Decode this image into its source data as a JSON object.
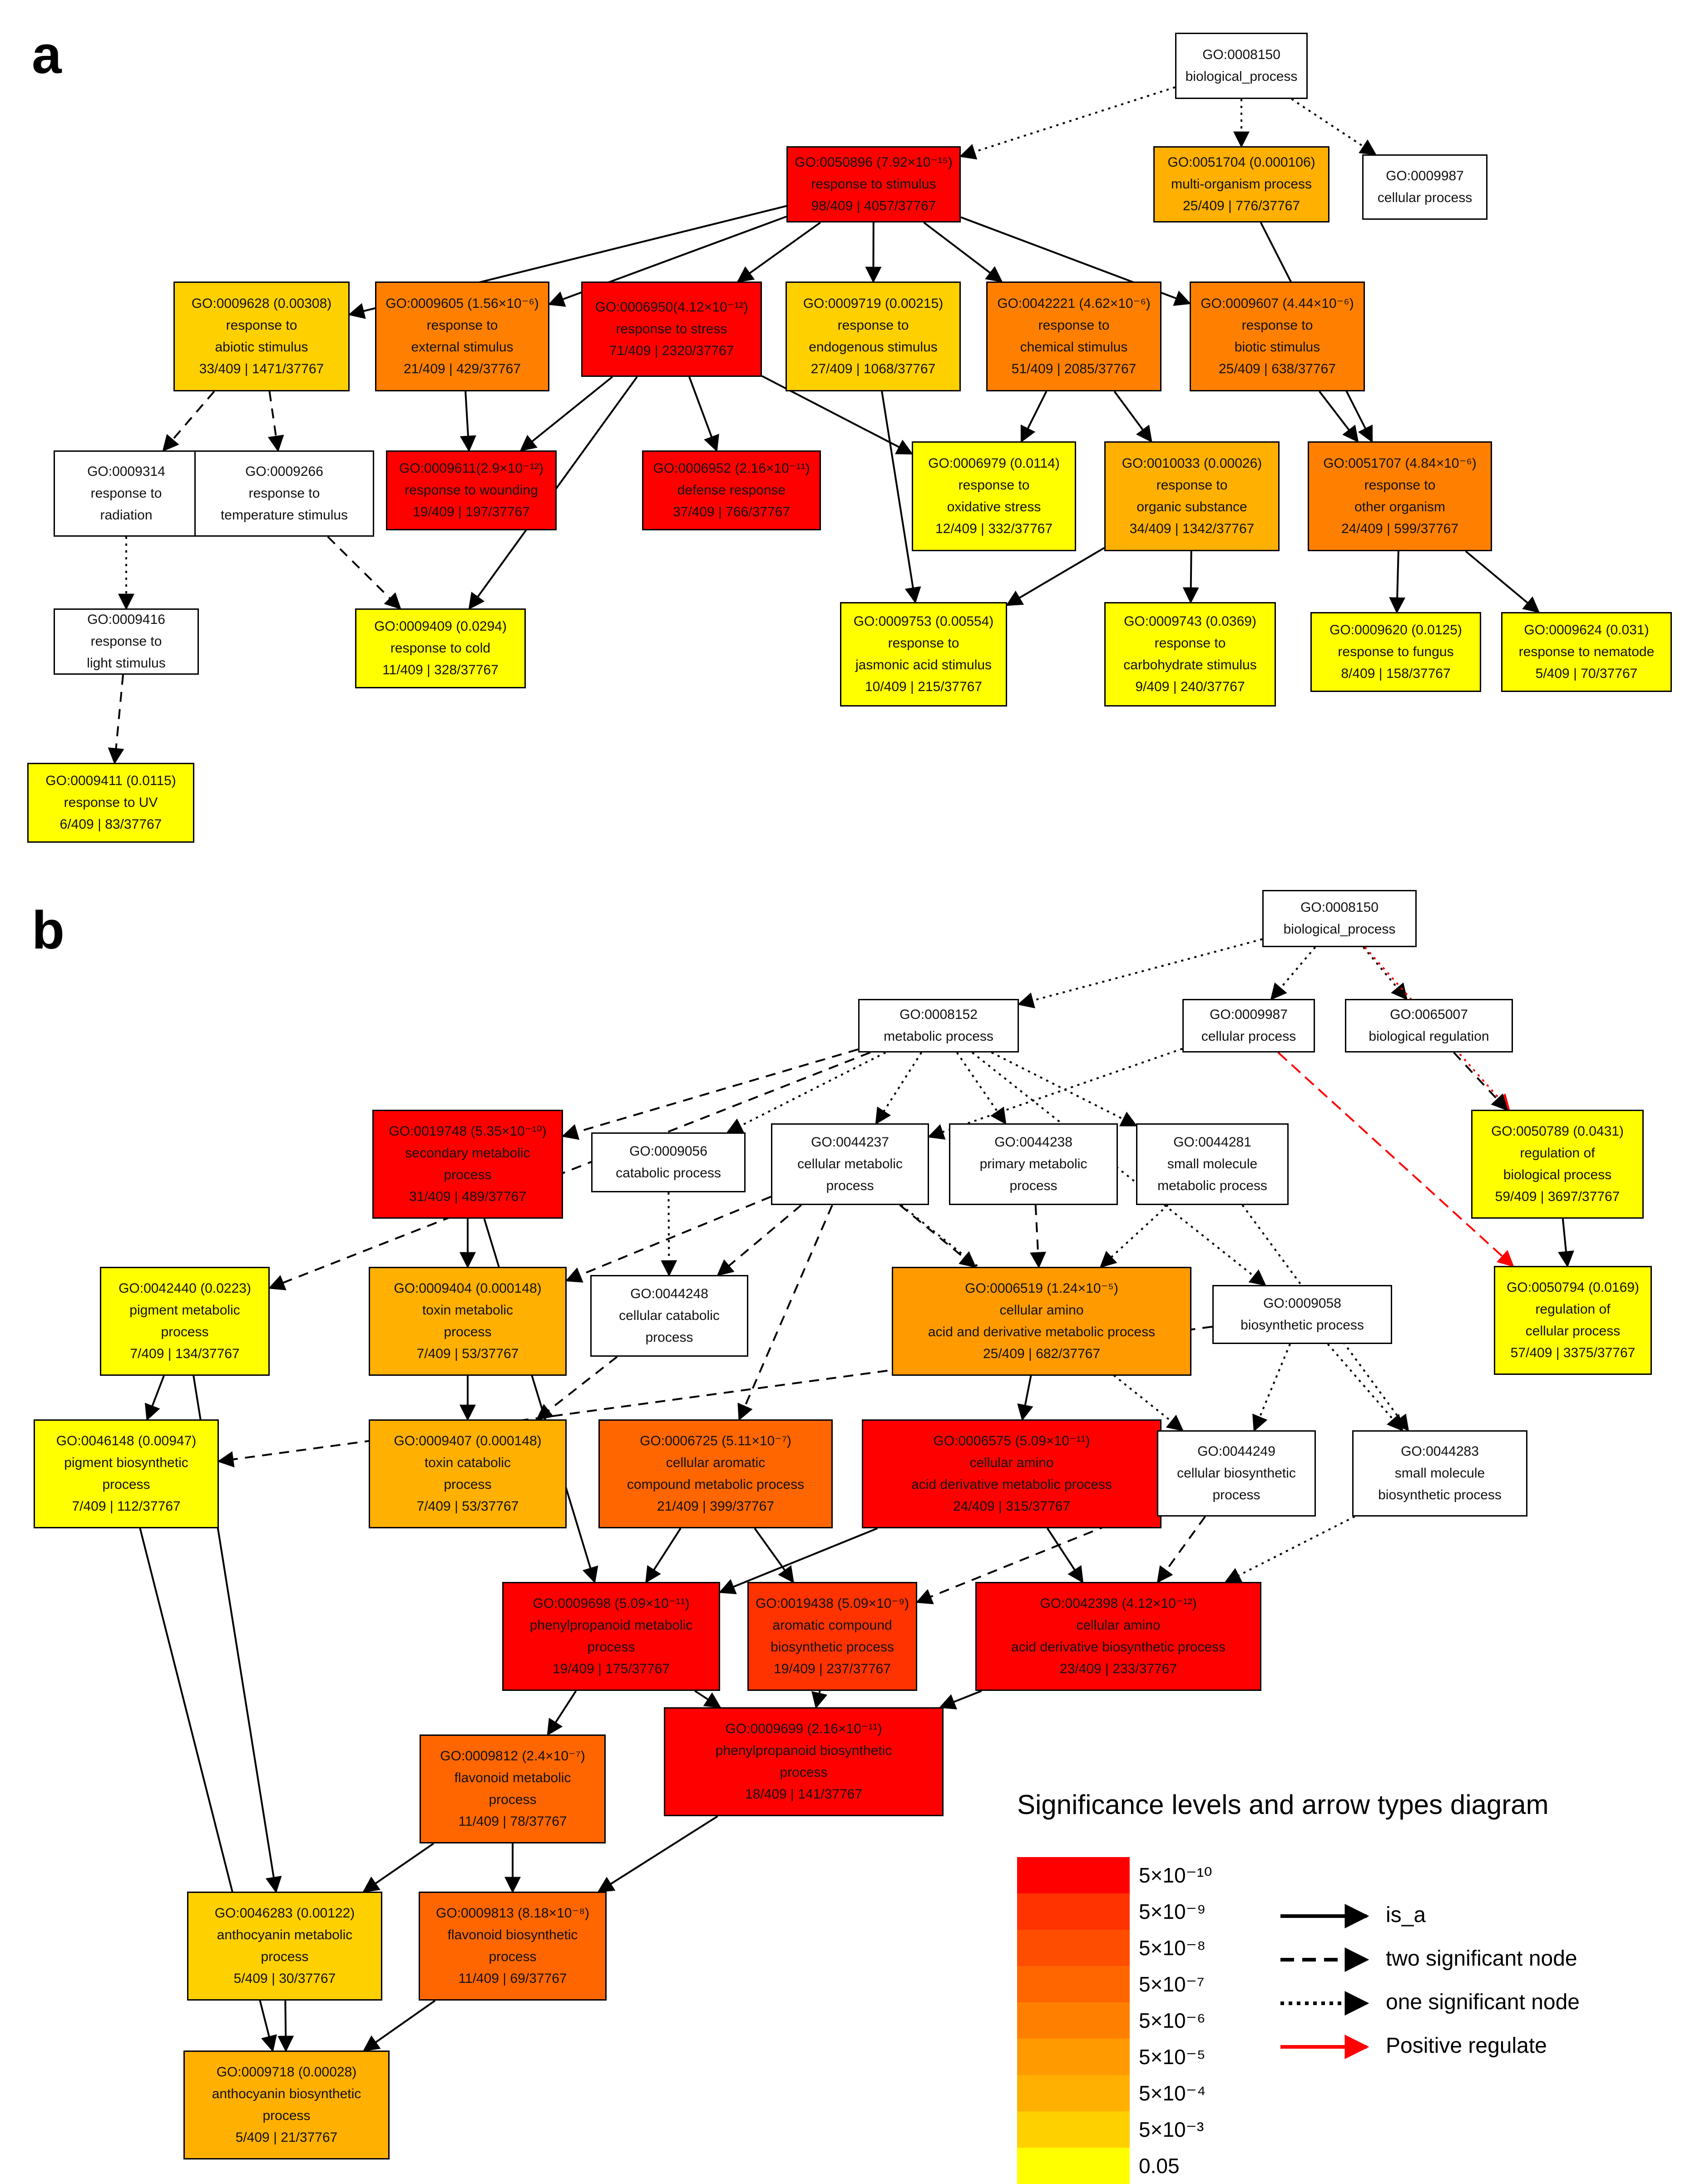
{
  "panels": {
    "a": "a",
    "b": "b"
  },
  "colors": {
    "c1": "#FF0000",
    "c2": "#FF3300",
    "c3": "#FF4D00",
    "c4": "#FF6600",
    "c5": "#FF8000",
    "c6": "#FF9A00",
    "c7": "#FFB000",
    "c8": "#FFD000",
    "c9": "#FFFF00",
    "white": "#FFFFFF",
    "red_arrow": "#FF0000"
  },
  "nodes_a": [
    {
      "id": "a_8150",
      "lines": [
        "GO:0008150",
        "biological_process"
      ],
      "color": "white"
    },
    {
      "id": "a_50896",
      "lines": [
        "GO:0050896 (7.92×10⁻¹⁵)",
        "response to stimulus",
        "98/409 | 4057/37767"
      ],
      "color": "c1"
    },
    {
      "id": "a_51704",
      "lines": [
        "GO:0051704 (0.000106)",
        "multi-organism process",
        "25/409 | 776/37767"
      ],
      "color": "c7"
    },
    {
      "id": "a_9987",
      "lines": [
        "GO:0009987",
        "cellular process"
      ],
      "color": "white"
    },
    {
      "id": "a_9628",
      "lines": [
        "GO:0009628 (0.00308)",
        "response to",
        "abiotic stimulus",
        "33/409 | 1471/37767"
      ],
      "color": "c8"
    },
    {
      "id": "a_9605",
      "lines": [
        "GO:0009605 (1.56×10⁻⁶)",
        "response to",
        "external stimulus",
        "21/409 | 429/37767"
      ],
      "color": "c5"
    },
    {
      "id": "a_6950",
      "lines": [
        "GO:0006950(4.12×10⁻¹²)",
        "response to stress",
        "71/409 | 2320/37767"
      ],
      "color": "c1"
    },
    {
      "id": "a_9719",
      "lines": [
        "GO:0009719 (0.00215)",
        "response to",
        "endogenous stimulus",
        "27/409 | 1068/37767"
      ],
      "color": "c8"
    },
    {
      "id": "a_42221",
      "lines": [
        "GO:0042221 (4.62×10⁻⁶)",
        "response to",
        "chemical stimulus",
        "51/409 | 2085/37767"
      ],
      "color": "c5"
    },
    {
      "id": "a_9607",
      "lines": [
        "GO:0009607 (4.44×10⁻⁶)",
        "response to",
        "biotic stimulus",
        "25/409 | 638/37767"
      ],
      "color": "c5"
    },
    {
      "id": "a_9314",
      "lines": [
        "GO:0009314",
        "response to",
        "radiation"
      ],
      "color": "white"
    },
    {
      "id": "a_9266",
      "lines": [
        "GO:0009266",
        "response to",
        "temperature stimulus"
      ],
      "color": "white"
    },
    {
      "id": "a_9611",
      "lines": [
        "GO:0009611(2.9×10⁻¹²)",
        "response to wounding",
        "19/409 | 197/37767"
      ],
      "color": "c1"
    },
    {
      "id": "a_6952",
      "lines": [
        "GO:0006952 (2.16×10⁻¹¹)",
        "defense response",
        "37/409 | 766/37767"
      ],
      "color": "c1"
    },
    {
      "id": "a_6979",
      "lines": [
        "GO:0006979 (0.0114)",
        "response to",
        "oxidative stress",
        "12/409 | 332/37767"
      ],
      "color": "c9"
    },
    {
      "id": "a_10033",
      "lines": [
        "GO:0010033 (0.00026)",
        "response to",
        "organic substance",
        "34/409 | 1342/37767"
      ],
      "color": "c7"
    },
    {
      "id": "a_51707",
      "lines": [
        "GO:0051707 (4.84×10⁻⁶)",
        "response to",
        "other organism",
        "24/409 | 599/37767"
      ],
      "color": "c5"
    },
    {
      "id": "a_9416",
      "lines": [
        "GO:0009416",
        "response to",
        "light stimulus"
      ],
      "color": "white"
    },
    {
      "id": "a_9409",
      "lines": [
        "GO:0009409 (0.0294)",
        "response to cold",
        "11/409 | 328/37767"
      ],
      "color": "c9"
    },
    {
      "id": "a_9753",
      "lines": [
        "GO:0009753 (0.00554)",
        "response to",
        "jasmonic acid stimulus",
        "10/409 | 215/37767"
      ],
      "color": "c9"
    },
    {
      "id": "a_9743",
      "lines": [
        "GO:0009743 (0.0369)",
        "response to",
        "carbohydrate stimulus",
        "9/409 | 240/37767"
      ],
      "color": "c9"
    },
    {
      "id": "a_9620",
      "lines": [
        "GO:0009620 (0.0125)",
        "response to fungus",
        "8/409 | 158/37767"
      ],
      "color": "c9"
    },
    {
      "id": "a_9624",
      "lines": [
        "GO:0009624 (0.031)",
        "response to nematode",
        "5/409 | 70/37767"
      ],
      "color": "c9"
    },
    {
      "id": "a_9411",
      "lines": [
        "GO:0009411 (0.0115)",
        "response to UV",
        "6/409 | 83/37767"
      ],
      "color": "c9"
    }
  ],
  "nodes_b": [
    {
      "id": "b_8150",
      "lines": [
        "GO:0008150",
        "biological_process"
      ],
      "color": "white"
    },
    {
      "id": "b_8152",
      "lines": [
        "GO:0008152",
        "metabolic process"
      ],
      "color": "white"
    },
    {
      "id": "b_9987",
      "lines": [
        "GO:0009987",
        "cellular process"
      ],
      "color": "white"
    },
    {
      "id": "b_65007",
      "lines": [
        "GO:0065007",
        "biological regulation"
      ],
      "color": "white"
    },
    {
      "id": "b_19748",
      "lines": [
        "GO:0019748 (5.35×10⁻¹⁰)",
        "secondary metabolic",
        "process",
        "31/409 | 489/37767"
      ],
      "color": "c1"
    },
    {
      "id": "b_9056",
      "lines": [
        "GO:0009056",
        "catabolic process"
      ],
      "color": "white"
    },
    {
      "id": "b_44237",
      "lines": [
        "GO:0044237",
        "cellular metabolic",
        "process"
      ],
      "color": "white"
    },
    {
      "id": "b_44238",
      "lines": [
        "GO:0044238",
        "primary metabolic",
        "process"
      ],
      "color": "white"
    },
    {
      "id": "b_44281",
      "lines": [
        "GO:0044281",
        "small molecule",
        "metabolic process"
      ],
      "color": "white"
    },
    {
      "id": "b_50789",
      "lines": [
        "GO:0050789 (0.0431)",
        "regulation of",
        "biological process",
        "59/409 | 3697/37767"
      ],
      "color": "c9"
    },
    {
      "id": "b_42440",
      "lines": [
        "GO:0042440 (0.0223)",
        "pigment metabolic",
        "process",
        "7/409 | 134/37767"
      ],
      "color": "c9"
    },
    {
      "id": "b_9404",
      "lines": [
        "GO:0009404 (0.000148)",
        "toxin metabolic",
        "process",
        "7/409 | 53/37767"
      ],
      "color": "c7"
    },
    {
      "id": "b_44248",
      "lines": [
        "GO:0044248",
        "cellular catabolic",
        "process"
      ],
      "color": "white"
    },
    {
      "id": "b_6519",
      "lines": [
        "GO:0006519 (1.24×10⁻⁵)",
        "cellular amino",
        "acid and derivative metabolic process",
        "25/409 | 682/37767"
      ],
      "color": "c6"
    },
    {
      "id": "b_9058",
      "lines": [
        "GO:0009058",
        "biosynthetic process"
      ],
      "color": "white"
    },
    {
      "id": "b_50794",
      "lines": [
        "GO:0050794 (0.0169)",
        "regulation of",
        "cellular process",
        "57/409 | 3375/37767"
      ],
      "color": "c9"
    },
    {
      "id": "b_46148",
      "lines": [
        "GO:0046148 (0.00947)",
        "pigment biosynthetic",
        "process",
        "7/409 | 112/37767"
      ],
      "color": "c9"
    },
    {
      "id": "b_9407",
      "lines": [
        "GO:0009407 (0.000148)",
        "toxin catabolic",
        "process",
        "7/409 | 53/37767"
      ],
      "color": "c7"
    },
    {
      "id": "b_6725",
      "lines": [
        "GO:0006725 (5.11×10⁻⁷)",
        "cellular aromatic",
        "compound metabolic process",
        "21/409 | 399/37767"
      ],
      "color": "c4"
    },
    {
      "id": "b_6575",
      "lines": [
        "GO:0006575 (5.09×10⁻¹¹)",
        "cellular amino",
        "acid derivative metabolic process",
        "24/409 | 315/37767"
      ],
      "color": "c1"
    },
    {
      "id": "b_44249",
      "lines": [
        "GO:0044249",
        "cellular biosynthetic",
        "process"
      ],
      "color": "white"
    },
    {
      "id": "b_44283",
      "lines": [
        "GO:0044283",
        "small molecule",
        "biosynthetic process"
      ],
      "color": "white"
    },
    {
      "id": "b_9698",
      "lines": [
        "GO:0009698 (5.09×10⁻¹¹)",
        "phenylpropanoid metabolic",
        "process",
        "19/409 | 175/37767"
      ],
      "color": "c1"
    },
    {
      "id": "b_19438",
      "lines": [
        "GO:0019438 (5.09×10⁻⁹)",
        "aromatic compound",
        "biosynthetic process",
        "19/409 | 237/37767"
      ],
      "color": "c2"
    },
    {
      "id": "b_42398",
      "lines": [
        "GO:0042398 (4.12×10⁻¹²)",
        "cellular amino",
        "acid derivative biosynthetic process",
        "23/409 | 233/37767"
      ],
      "color": "c1"
    },
    {
      "id": "b_9812",
      "lines": [
        "GO:0009812 (2.4×10⁻⁷)",
        "flavonoid metabolic",
        "process",
        "11/409 | 78/37767"
      ],
      "color": "c4"
    },
    {
      "id": "b_9699",
      "lines": [
        "GO:0009699 (2.16×10⁻¹¹)",
        "phenylpropanoid biosynthetic",
        "process",
        "18/409 | 141/37767"
      ],
      "color": "c1"
    },
    {
      "id": "b_46283",
      "lines": [
        "GO:0046283 (0.00122)",
        "anthocyanin metabolic",
        "process",
        "5/409 | 30/37767"
      ],
      "color": "c8"
    },
    {
      "id": "b_9813",
      "lines": [
        "GO:0009813 (8.18×10⁻⁸)",
        "flavonoid biosynthetic",
        "process",
        "11/409 | 69/37767"
      ],
      "color": "c4"
    },
    {
      "id": "b_9718",
      "lines": [
        "GO:0009718 (0.00028)",
        "anthocyanin biosynthetic",
        "process",
        "5/409 | 21/37767"
      ],
      "color": "c7"
    }
  ],
  "legend": {
    "title": "Significance levels and arrow types diagram",
    "scale": [
      {
        "label": "5×10⁻¹⁰",
        "color": "c1"
      },
      {
        "label": "5×10⁻⁹",
        "color": "c2"
      },
      {
        "label": "5×10⁻⁸",
        "color": "c3"
      },
      {
        "label": "5×10⁻⁷",
        "color": "c4"
      },
      {
        "label": "5×10⁻⁶",
        "color": "c5"
      },
      {
        "label": "5×10⁻⁵",
        "color": "c6"
      },
      {
        "label": "5×10⁻⁴",
        "color": "c7"
      },
      {
        "label": "5×10⁻³",
        "color": "c8"
      },
      {
        "label": "0.05",
        "color": "c9"
      }
    ],
    "arrows": [
      {
        "style": "solid",
        "label": "is_a"
      },
      {
        "style": "dashed",
        "label": "two significant node"
      },
      {
        "style": "dotted",
        "label": "one significant node"
      },
      {
        "style": "red",
        "label": "Positive  regulate"
      }
    ]
  },
  "edges": [
    {
      "from": "a_8150",
      "to": "a_50896",
      "style": "dotted"
    },
    {
      "from": "a_8150",
      "to": "a_51704",
      "style": "dotted"
    },
    {
      "from": "a_8150",
      "to": "a_9987",
      "style": "dotted"
    },
    {
      "from": "a_50896",
      "to": "a_9628",
      "style": "solid"
    },
    {
      "from": "a_50896",
      "to": "a_9605",
      "style": "solid"
    },
    {
      "from": "a_50896",
      "to": "a_6950",
      "style": "solid"
    },
    {
      "from": "a_50896",
      "to": "a_9719",
      "style": "solid"
    },
    {
      "from": "a_50896",
      "to": "a_42221",
      "style": "solid"
    },
    {
      "from": "a_50896",
      "to": "a_9607",
      "style": "solid"
    },
    {
      "from": "a_51704",
      "to": "a_51707",
      "style": "solid"
    },
    {
      "from": "a_9628",
      "to": "a_9314",
      "style": "dashed"
    },
    {
      "from": "a_9628",
      "to": "a_9266",
      "style": "dashed"
    },
    {
      "from": "a_9605",
      "to": "a_9611",
      "style": "solid"
    },
    {
      "from": "a_6950",
      "to": "a_9611",
      "style": "solid"
    },
    {
      "from": "a_6950",
      "to": "a_6952",
      "style": "solid"
    },
    {
      "from": "a_6950",
      "to": "a_6979",
      "style": "solid"
    },
    {
      "from": "a_6950",
      "to": "a_9409",
      "style": "solid"
    },
    {
      "from": "a_9719",
      "to": "a_9753",
      "style": "solid"
    },
    {
      "from": "a_42221",
      "to": "a_6979",
      "style": "solid"
    },
    {
      "from": "a_42221",
      "to": "a_10033",
      "style": "solid"
    },
    {
      "from": "a_9607",
      "to": "a_51707",
      "style": "solid"
    },
    {
      "from": "a_9314",
      "to": "a_9416",
      "style": "dotted"
    },
    {
      "from": "a_9266",
      "to": "a_9409",
      "style": "dashed"
    },
    {
      "from": "a_9416",
      "to": "a_9411",
      "style": "dashed"
    },
    {
      "from": "a_10033",
      "to": "a_9753",
      "style": "solid"
    },
    {
      "from": "a_10033",
      "to": "a_9743",
      "style": "solid"
    },
    {
      "from": "a_51707",
      "to": "a_9620",
      "style": "solid"
    },
    {
      "from": "a_51707",
      "to": "a_9624",
      "style": "solid"
    },
    {
      "from": "b_8150",
      "to": "b_8152",
      "style": "dotted"
    },
    {
      "from": "b_8150",
      "to": "b_9987",
      "style": "dotted"
    },
    {
      "from": "b_8150",
      "to": "b_65007",
      "style": "dotted"
    },
    {
      "from": "b_8150",
      "to": "b_50789",
      "style": "reddot"
    },
    {
      "from": "b_8152",
      "to": "b_19748",
      "style": "dashed"
    },
    {
      "from": "b_8152",
      "to": "b_9056",
      "style": "dotted"
    },
    {
      "from": "b_8152",
      "to": "b_44237",
      "style": "dotted"
    },
    {
      "from": "b_8152",
      "to": "b_44238",
      "style": "dotted"
    },
    {
      "from": "b_8152",
      "to": "b_44281",
      "style": "dotted"
    },
    {
      "from": "b_8152",
      "to": "b_42440",
      "style": "dashed"
    },
    {
      "from": "b_8152",
      "to": "b_9058",
      "style": "dotted"
    },
    {
      "from": "b_9987",
      "to": "b_44237",
      "style": "dotted"
    },
    {
      "from": "b_9987",
      "to": "b_50794",
      "style": "red"
    },
    {
      "from": "b_65007",
      "to": "b_50789",
      "style": "dashed"
    },
    {
      "from": "b_50789",
      "to": "b_50794",
      "style": "solid"
    },
    {
      "from": "b_19748",
      "to": "b_9404",
      "style": "solid"
    },
    {
      "from": "b_19748",
      "to": "b_9698",
      "style": "solid"
    },
    {
      "from": "b_9056",
      "to": "b_44248",
      "style": "dotted"
    },
    {
      "from": "b_44237",
      "to": "b_9404",
      "style": "dashed"
    },
    {
      "from": "b_44237",
      "to": "b_44248",
      "style": "dashed"
    },
    {
      "from": "b_44237",
      "to": "b_6519",
      "style": "dashed"
    },
    {
      "from": "b_44237",
      "to": "b_6725",
      "style": "dashed"
    },
    {
      "from": "b_44237",
      "to": "b_44249",
      "style": "dotted"
    },
    {
      "from": "b_44238",
      "to": "b_6519",
      "style": "dashed"
    },
    {
      "from": "b_44281",
      "to": "b_6519",
      "style": "dotted"
    },
    {
      "from": "b_44281",
      "to": "b_44283",
      "style": "dotted"
    },
    {
      "from": "b_42440",
      "to": "b_46148",
      "style": "solid"
    },
    {
      "from": "b_42440",
      "to": "b_46283",
      "style": "solid"
    },
    {
      "from": "b_9404",
      "to": "b_9407",
      "style": "solid"
    },
    {
      "from": "b_44248",
      "to": "b_9407",
      "style": "dashed"
    },
    {
      "from": "b_6519",
      "to": "b_6575",
      "style": "solid"
    },
    {
      "from": "b_9058",
      "to": "b_46148",
      "style": "dashed"
    },
    {
      "from": "b_9058",
      "to": "b_44249",
      "style": "dotted"
    },
    {
      "from": "b_9058",
      "to": "b_44283",
      "style": "dotted"
    },
    {
      "from": "b_46148",
      "to": "b_9718",
      "style": "solid"
    },
    {
      "from": "b_6725",
      "to": "b_9698",
      "style": "solid"
    },
    {
      "from": "b_6725",
      "to": "b_19438",
      "style": "solid"
    },
    {
      "from": "b_6575",
      "to": "b_9698",
      "style": "solid"
    },
    {
      "from": "b_6575",
      "to": "b_42398",
      "style": "solid"
    },
    {
      "from": "b_44249",
      "to": "b_19438",
      "style": "dashed"
    },
    {
      "from": "b_44249",
      "to": "b_42398",
      "style": "dashed"
    },
    {
      "from": "b_44283",
      "to": "b_42398",
      "style": "dotted"
    },
    {
      "from": "b_9698",
      "to": "b_9812",
      "style": "solid"
    },
    {
      "from": "b_9698",
      "to": "b_9699",
      "style": "solid"
    },
    {
      "from": "b_19438",
      "to": "b_9699",
      "style": "solid"
    },
    {
      "from": "b_42398",
      "to": "b_9699",
      "style": "solid"
    },
    {
      "from": "b_9812",
      "to": "b_46283",
      "style": "solid"
    },
    {
      "from": "b_9812",
      "to": "b_9813",
      "style": "solid"
    },
    {
      "from": "b_9699",
      "to": "b_9813",
      "style": "solid"
    },
    {
      "from": "b_46283",
      "to": "b_9718",
      "style": "solid"
    },
    {
      "from": "b_9813",
      "to": "b_9718",
      "style": "solid"
    }
  ]
}
